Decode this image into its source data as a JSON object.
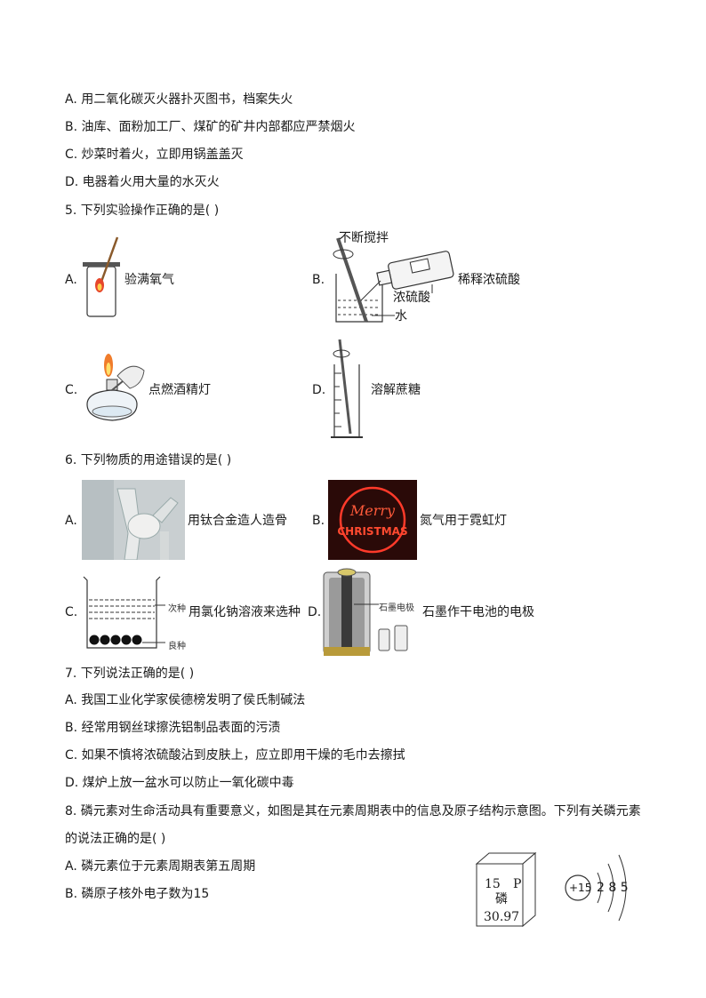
{
  "q4_options": [
    "A. 用二氧化碳灭火器扑灭图书，档案失火",
    "B. 油库、面粉加工厂、煤矿的矿井内部都应严禁烟火",
    "C. 炒菜时着火，立即用锅盖盖灭",
    "D. 电器着火用大量的水灭火"
  ],
  "q5": {
    "stem": "5. 下列实验操作正确的是(    )",
    "a": {
      "letter": "A.",
      "caption": "验满氧气"
    },
    "b": {
      "letter": "B.",
      "caption": "稀释浓硫酸",
      "lbl_stir": "不断搅拌",
      "lbl_acid": "浓硫酸",
      "lbl_water": "水"
    },
    "c": {
      "letter": "C.",
      "caption": "点燃酒精灯"
    },
    "d": {
      "letter": "D.",
      "caption": "溶解蔗糖"
    }
  },
  "q6": {
    "stem": "6. 下列物质的用途错误的是(    )",
    "a": {
      "letter": "A.",
      "caption": "用钛合金造人造骨"
    },
    "b": {
      "letter": "B.",
      "caption": "氮气用于霓虹灯",
      "sign_line1": "Merry",
      "sign_line2": "CHRISTMAS"
    },
    "c": {
      "letter": "C.",
      "caption": "用氯化钠溶液来选种",
      "lbl_top": "次种",
      "lbl_bottom": "良种"
    },
    "d": {
      "letter": "D.",
      "caption": "石墨作干电池的电极",
      "lbl": "石墨电极"
    }
  },
  "q7": {
    "stem": "7. 下列说法正确的是(    )",
    "options": [
      "A. 我国工业化学家侯德榜发明了侯氏制碱法",
      "B. 经常用钢丝球擦洗铝制品表面的污渍",
      "C. 如果不慎将浓硫酸沾到皮肤上，应立即用干燥的毛巾去擦拭",
      "D. 煤炉上放一盆水可以防止一氧化碳中毒"
    ]
  },
  "q8": {
    "stem1": "8. 磷元素对生命活动具有重要意义，如图是其在元素周期表中的信息及原子结构示意图。下列有关磷元素",
    "stem2": "的说法正确的是(    )",
    "options": [
      "A. 磷元素位于元素周期表第五周期",
      "B. 磷原子核外电子数为15"
    ],
    "element": {
      "number": "15",
      "symbol": "P",
      "name": "磷",
      "mass": "30.97"
    },
    "atom": {
      "nucleus": "+15",
      "shells": "2 8 5"
    }
  }
}
